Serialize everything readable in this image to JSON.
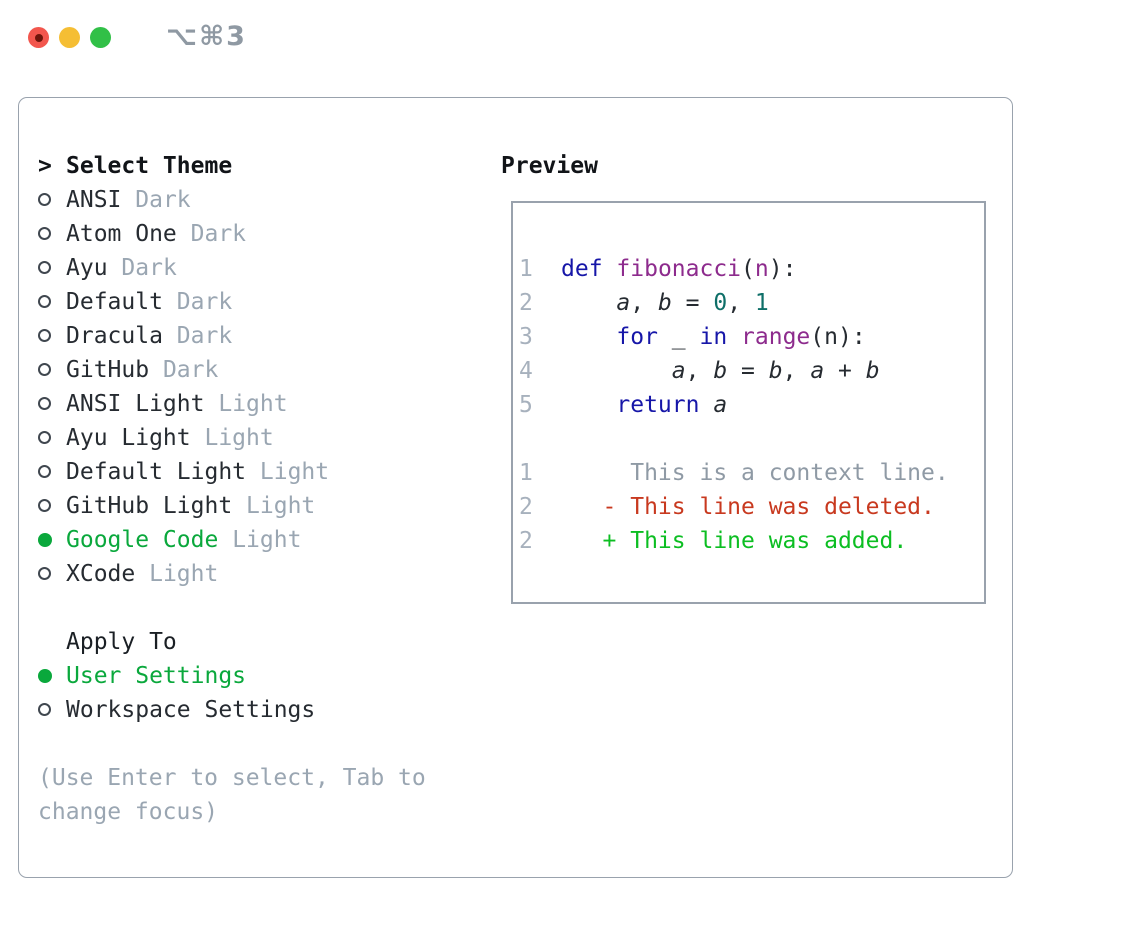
{
  "window": {
    "title_shortcut": "⌥⌘3",
    "traffic_lights": [
      "close",
      "minimize",
      "zoom"
    ]
  },
  "theme_panel": {
    "header": {
      "cursor": ">",
      "label": "Select Theme"
    },
    "themes": [
      {
        "name": "ANSI",
        "variant": "Dark",
        "selected": false
      },
      {
        "name": "Atom One",
        "variant": "Dark",
        "selected": false
      },
      {
        "name": "Ayu",
        "variant": "Dark",
        "selected": false
      },
      {
        "name": "Default",
        "variant": "Dark",
        "selected": false
      },
      {
        "name": "Dracula",
        "variant": "Dark",
        "selected": false
      },
      {
        "name": "GitHub",
        "variant": "Dark",
        "selected": false
      },
      {
        "name": "ANSI Light",
        "variant": "Light",
        "selected": false
      },
      {
        "name": "Ayu Light",
        "variant": "Light",
        "selected": false
      },
      {
        "name": "Default Light",
        "variant": "Light",
        "selected": false
      },
      {
        "name": "GitHub Light",
        "variant": "Light",
        "selected": false
      },
      {
        "name": "Google Code",
        "variant": "Light",
        "selected": true
      },
      {
        "name": "XCode",
        "variant": "Light",
        "selected": false
      }
    ],
    "apply_to": {
      "label": "Apply To",
      "options": [
        {
          "label": "User Settings",
          "selected": true
        },
        {
          "label": "Workspace Settings",
          "selected": false
        }
      ]
    },
    "hint": "(Use Enter to select, Tab to change focus)"
  },
  "preview": {
    "title": "Preview",
    "lines": [
      {
        "num": "1",
        "segments": [
          [
            "def",
            "kw"
          ],
          [
            " ",
            "pl"
          ],
          [
            "fibonacci",
            "fn"
          ],
          [
            "(",
            "pl"
          ],
          [
            "n",
            "fn"
          ],
          [
            "):",
            "pl"
          ]
        ]
      },
      {
        "num": "2",
        "segments": [
          [
            "    ",
            "pl"
          ],
          [
            "a",
            "va"
          ],
          [
            ", ",
            "pl"
          ],
          [
            "b",
            "va"
          ],
          [
            " = ",
            "pl"
          ],
          [
            "0",
            "nu"
          ],
          [
            ", ",
            "pl"
          ],
          [
            "1",
            "nu"
          ]
        ]
      },
      {
        "num": "3",
        "segments": [
          [
            "    ",
            "pl"
          ],
          [
            "for",
            "kw"
          ],
          [
            " _ ",
            "pl"
          ],
          [
            "in",
            "kw"
          ],
          [
            " ",
            "pl"
          ],
          [
            "range",
            "fn"
          ],
          [
            "(n):",
            "pl"
          ]
        ]
      },
      {
        "num": "4",
        "segments": [
          [
            "        ",
            "pl"
          ],
          [
            "a",
            "va"
          ],
          [
            ", ",
            "pl"
          ],
          [
            "b",
            "va"
          ],
          [
            " = ",
            "pl"
          ],
          [
            "b",
            "va"
          ],
          [
            ", ",
            "pl"
          ],
          [
            "a",
            "va"
          ],
          [
            " + ",
            "pl"
          ],
          [
            "b",
            "va"
          ]
        ]
      },
      {
        "num": "5",
        "segments": [
          [
            "    ",
            "pl"
          ],
          [
            "return",
            "kw"
          ],
          [
            " ",
            "pl"
          ],
          [
            "a",
            "va"
          ]
        ]
      },
      {
        "num": "",
        "segments": []
      },
      {
        "num": "1",
        "segments": [
          [
            "     This is a context line.",
            "ctx"
          ]
        ]
      },
      {
        "num": "2",
        "segments": [
          [
            "   - This line was deleted.",
            "del"
          ]
        ]
      },
      {
        "num": "2",
        "segments": [
          [
            "   + This line was added.",
            "add"
          ]
        ]
      }
    ]
  },
  "colors": {
    "accent_selected": "#0aa83c",
    "keyword": "#1616a8",
    "function": "#8d2b8d",
    "number": "#0e6f68",
    "diff_deleted": "#c8391f",
    "diff_added": "#0cbe22",
    "diff_context": "#8f9aa5",
    "muted": "#9aa6b2",
    "line_number": "#a7b1bd",
    "border": "#99a2ad",
    "text": "#262b31",
    "traffic_red": "#f2564d",
    "traffic_yellow": "#f5be34",
    "traffic_green": "#31c047"
  }
}
